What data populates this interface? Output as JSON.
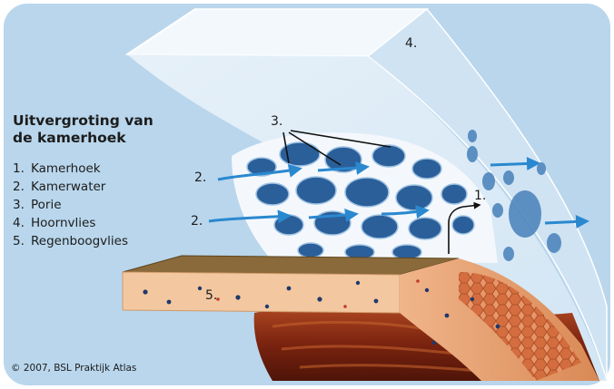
{
  "legend": {
    "title_line1": "Uitvergroting van",
    "title_line2": "de kamerhoek",
    "items": [
      {
        "num": "1.",
        "label": "Kamerhoek"
      },
      {
        "num": "2.",
        "label": "Kamerwater"
      },
      {
        "num": "3.",
        "label": "Porie"
      },
      {
        "num": "4.",
        "label": "Hoornvlies"
      },
      {
        "num": "5.",
        "label": "Regenboogvlies"
      }
    ]
  },
  "labels": {
    "one": "1.",
    "two_top": "2.",
    "two_bottom": "2.",
    "three": "3.",
    "four": "4.",
    "five": "5."
  },
  "copyright": "© 2007, BSL Praktijk Atlas",
  "colors": {
    "background": "#b9d6ec",
    "cornea": "#e6f1fa",
    "mesh": "#f4f8fc",
    "pore": "#2b5f9a",
    "arrow": "#2a88cf",
    "iris_top": "#8a6a3a",
    "iris_body": "#f3c8a0",
    "muscle": "#8a2e14"
  }
}
